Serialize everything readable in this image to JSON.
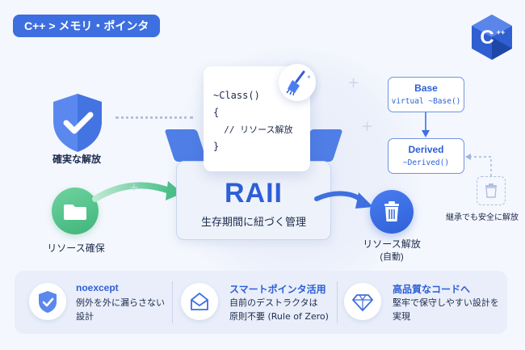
{
  "breadcrumb": "C++ > メモリ・ポインタ",
  "logo": {
    "text": "C",
    "sup": "++",
    "color": "#2f5fd0"
  },
  "shield": {
    "label": "確実な解放",
    "icon": "check-shield-icon"
  },
  "acquire": {
    "label": "リソース確保",
    "icon": "folder-icon"
  },
  "code": {
    "lines": [
      "~Class()",
      "{",
      "  // リソース解放",
      "}"
    ],
    "icon": "broom-icon"
  },
  "raii": {
    "title": "RAII",
    "subtitle": "生存期間に紐づく管理"
  },
  "release": {
    "label": "リソース解放",
    "sublabel": "(自動)",
    "icon": "trash-icon"
  },
  "inheritance": {
    "base_name": "Base",
    "base_code": "virtual ~Base()",
    "derived_name": "Derived",
    "derived_code": "~Derived()",
    "note": "継承でも安全に解放"
  },
  "features": [
    {
      "title": "noexcept",
      "desc1": "例外を外に漏らさない",
      "desc2": "設計",
      "icon": "shield-check-icon"
    },
    {
      "title": "スマートポインタ活用",
      "desc1": "自前のデストラクタは",
      "desc2": "原則不要 (Rule of Zero)",
      "icon": "envelope-icon"
    },
    {
      "title": "高品質なコードへ",
      "desc1": "堅牢で保守しやすい設計を",
      "desc2": "実現",
      "icon": "diamond-icon"
    }
  ],
  "colors": {
    "accent": "#3e6fe0",
    "green": "#4cc08a",
    "bg": "#f4f7fd"
  }
}
